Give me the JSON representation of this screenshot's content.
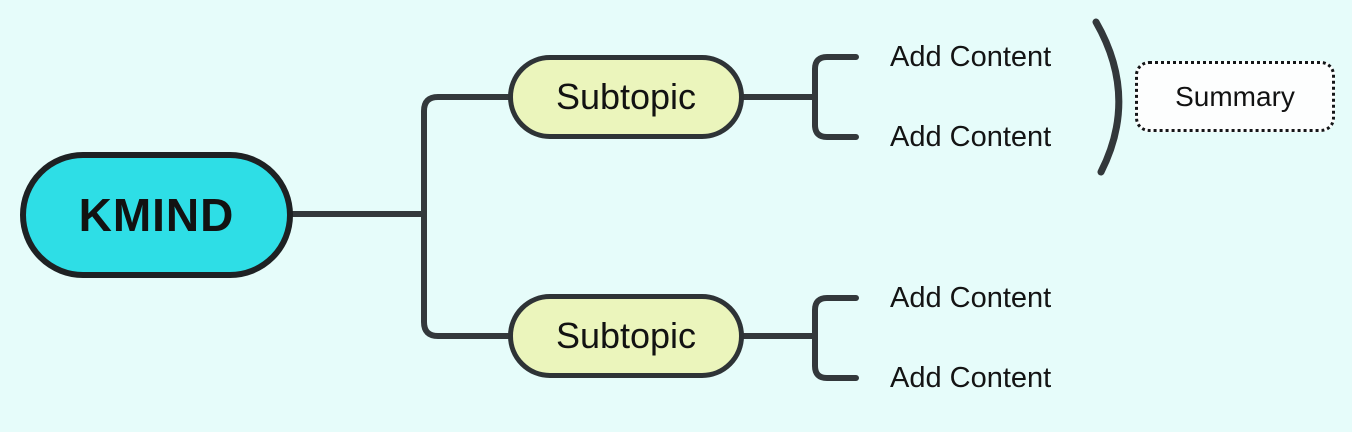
{
  "canvas": {
    "background_color": "#e6fcfa",
    "connector_color": "#33383b"
  },
  "root_node": {
    "label": "KMIND",
    "fill_color": "#2edee6",
    "border_color": "#1e2123"
  },
  "branches": [
    {
      "topic": {
        "label": "Subtopic",
        "fill_color": "#ebf5bc",
        "border_color": "#2e3336"
      },
      "children": [
        {
          "label": "Add Content"
        },
        {
          "label": "Add Content"
        }
      ],
      "summary": {
        "label": "Summary",
        "fill_color": "#fdfefe",
        "border_color": "#141618"
      }
    },
    {
      "topic": {
        "label": "Subtopic",
        "fill_color": "#ebf5bc",
        "border_color": "#2e3336"
      },
      "children": [
        {
          "label": "Add Content"
        },
        {
          "label": "Add Content"
        }
      ]
    }
  ]
}
